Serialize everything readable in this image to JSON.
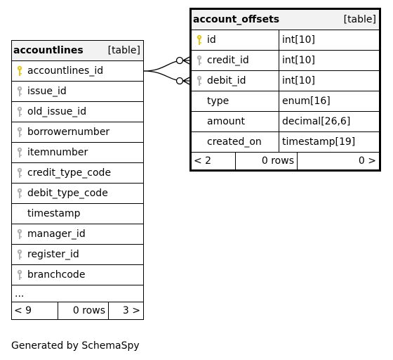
{
  "tables": [
    {
      "name": "accountlines",
      "kind": "[table]",
      "columns": [
        {
          "name": "accountlines_id",
          "key": "primary-key-icon"
        },
        {
          "name": "issue_id",
          "key": "foreign-key-icon"
        },
        {
          "name": "old_issue_id",
          "key": "foreign-key-icon"
        },
        {
          "name": "borrowernumber",
          "key": "foreign-key-icon"
        },
        {
          "name": "itemnumber",
          "key": "foreign-key-icon"
        },
        {
          "name": "credit_type_code",
          "key": "foreign-key-icon"
        },
        {
          "name": "debit_type_code",
          "key": "foreign-key-icon"
        },
        {
          "name": "timestamp",
          "key": ""
        },
        {
          "name": "manager_id",
          "key": "foreign-key-icon"
        },
        {
          "name": "register_id",
          "key": "foreign-key-icon"
        },
        {
          "name": "branchcode",
          "key": "foreign-key-icon"
        }
      ],
      "more": "...",
      "footer": {
        "parents": "< 9",
        "rows": "0 rows",
        "children": "3 >"
      }
    },
    {
      "name": "account_offsets",
      "kind": "[table]",
      "columns": [
        {
          "name": "id",
          "type": "int[10]",
          "key": "primary-key-icon"
        },
        {
          "name": "credit_id",
          "type": "int[10]",
          "key": "foreign-key-icon"
        },
        {
          "name": "debit_id",
          "type": "int[10]",
          "key": "foreign-key-icon"
        },
        {
          "name": "type",
          "type": "enum[16]",
          "key": ""
        },
        {
          "name": "amount",
          "type": "decimal[26,6]",
          "key": ""
        },
        {
          "name": "created_on",
          "type": "timestamp[19]",
          "key": ""
        }
      ],
      "footer": {
        "parents": "< 2",
        "rows": "0 rows",
        "children": "0 >"
      }
    }
  ],
  "generated_by": "Generated by SchemaSpy",
  "colors": {
    "primary_key": "#e6c619",
    "foreign_key": "#b3b3b3",
    "header_bg": "#f2f2f2"
  }
}
